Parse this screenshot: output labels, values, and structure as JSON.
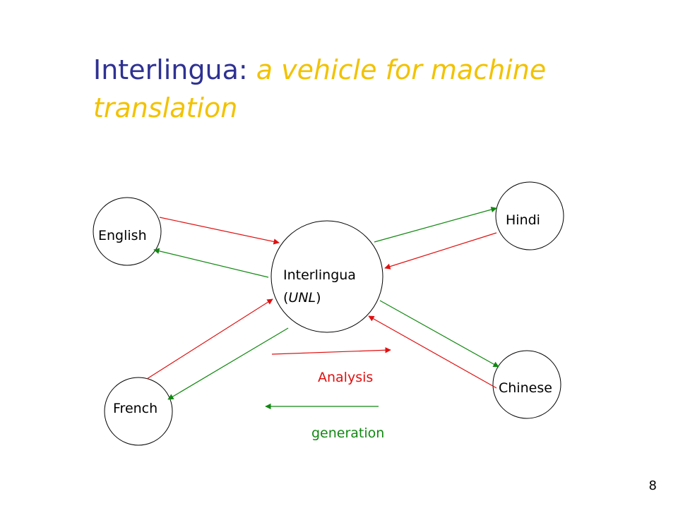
{
  "title": {
    "main": "Interlingua:",
    "sub": "a vehicle for machine translation"
  },
  "nodes": {
    "english": "English",
    "hindi": "Hindi",
    "french": "French",
    "chinese": "Chinese",
    "interlingua_line1": "Interlingua",
    "interlingua_paren_open": "(",
    "interlingua_unl": "UNL",
    "interlingua_paren_close": ")"
  },
  "legend": {
    "analysis": "Analysis",
    "generation": "generation"
  },
  "colors": {
    "title_main": "#2e3192",
    "title_sub": "#f2c200",
    "analysis": "#e01010",
    "generation": "#118811"
  },
  "page_number": "8"
}
